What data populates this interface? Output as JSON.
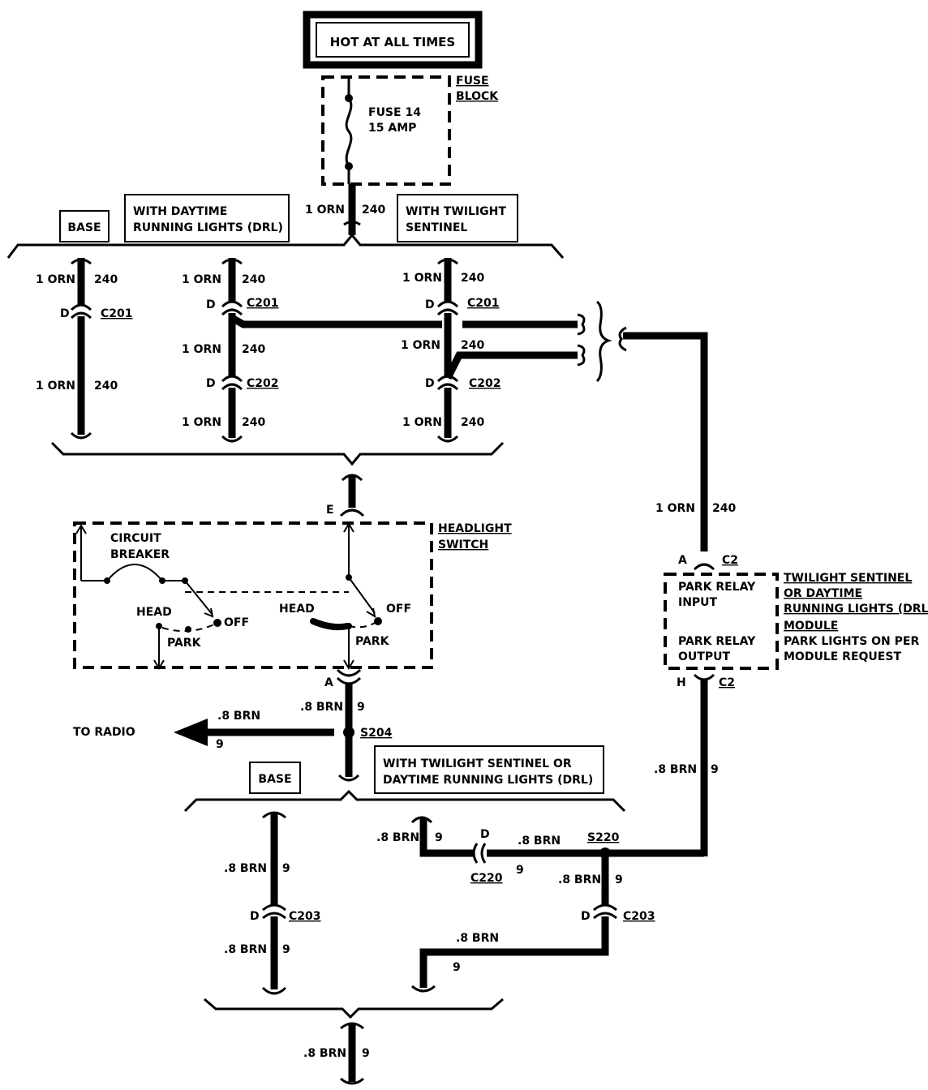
{
  "power": {
    "label": "HOT AT ALL TIMES"
  },
  "fuse_block": {
    "label_line1": "FUSE",
    "label_line2": "BLOCK",
    "fuse_name": "FUSE 14",
    "fuse_rating": "15 AMP"
  },
  "variants_top": {
    "base": "BASE",
    "drl_line1": "WITH DAYTIME",
    "drl_line2": "RUNNING LIGHTS (DRL)",
    "twilight_line1": "WITH TWILIGHT",
    "twilight_line2": "SENTINEL"
  },
  "wire_orn": {
    "gauge": "1 ORN",
    "circuit": "240"
  },
  "wire_brn": {
    "gauge": ".8 BRN",
    "circuit": "9"
  },
  "connectors": {
    "c201": "C201",
    "c202": "C202",
    "c203": "C203",
    "c220": "C220",
    "c2": "C2",
    "pin_d": "D",
    "pin_e": "E",
    "pin_a": "A",
    "pin_h": "H"
  },
  "headlight_switch": {
    "label_line1": "HEADLIGHT",
    "label_line2": "SWITCH",
    "breaker_line1": "CIRCUIT",
    "breaker_line2": "BREAKER",
    "head": "HEAD",
    "park": "PARK",
    "off": "OFF"
  },
  "splices": {
    "s204": "S204",
    "s220": "S220"
  },
  "radio": {
    "label": "TO RADIO"
  },
  "variants_bottom": {
    "base": "BASE",
    "ts_drl_line1": "WITH TWILIGHT SENTINEL OR",
    "ts_drl_line2": "DAYTIME RUNNING LIGHTS (DRL)"
  },
  "module": {
    "input_line1": "PARK RELAY",
    "input_line2": "INPUT",
    "output_line1": "PARK RELAY",
    "output_line2": "OUTPUT",
    "name_line1": "TWILIGHT SENTINEL",
    "name_line2": "OR DAYTIME",
    "name_line3": "RUNNING LIGHTS (DRL)",
    "name_line4": "MODULE",
    "note_line1": "PARK LIGHTS ON PER",
    "note_line2": "MODULE REQUEST"
  }
}
